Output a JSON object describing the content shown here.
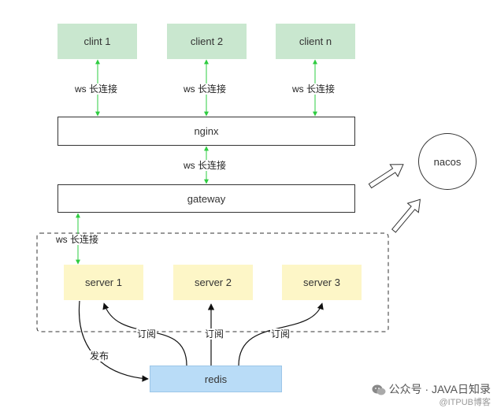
{
  "clients": [
    {
      "label": "clint 1"
    },
    {
      "label": "client 2"
    },
    {
      "label": "client n"
    }
  ],
  "nginx": {
    "label": "nginx"
  },
  "gateway": {
    "label": "gateway"
  },
  "nacos": {
    "label": "nacos"
  },
  "servers": [
    {
      "label": "server 1"
    },
    {
      "label": "server 2"
    },
    {
      "label": "server 3"
    }
  ],
  "redis": {
    "label": "redis"
  },
  "edge_labels": {
    "ws": "ws 长连接",
    "subscribe": "订阅",
    "publish": "发布"
  },
  "colors": {
    "client_fill": "#c9e7cf",
    "server_fill": "#fdf6c7",
    "redis_fill": "#b9dcf7",
    "ws_arrow": "#2ecc40"
  },
  "footer": {
    "brand": "公众号 · JAVA日知录",
    "watermark": "@ITPUB博客"
  }
}
